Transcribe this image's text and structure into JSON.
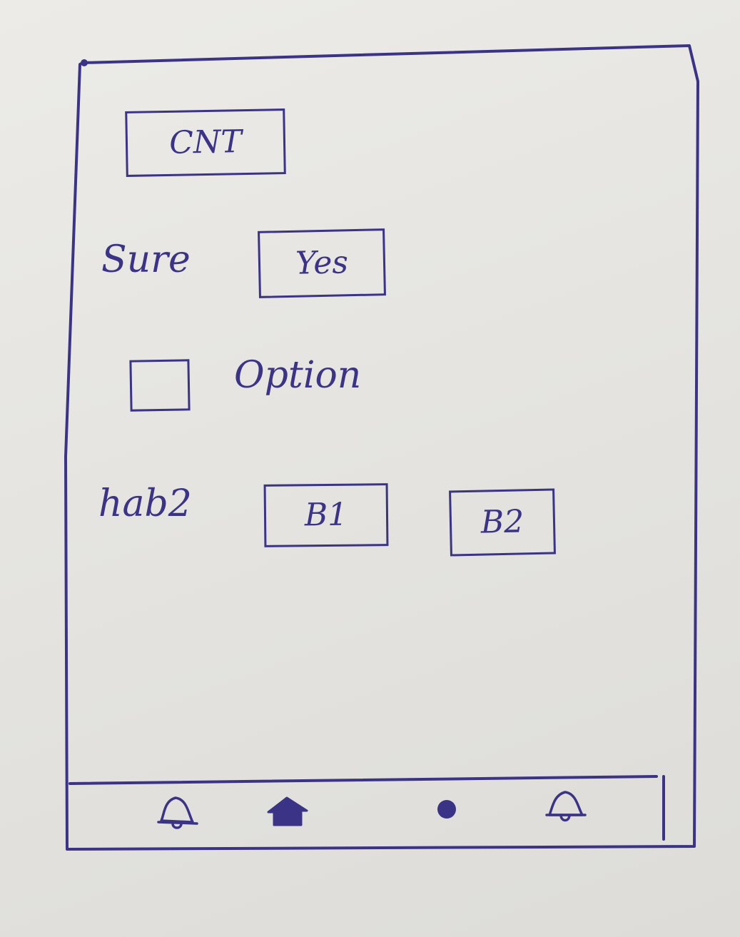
{
  "header": {
    "cnt_button_label": "CNT"
  },
  "main": {
    "sure_row": {
      "label": "Sure",
      "button_label": "Yes"
    },
    "option_row": {
      "checked": false,
      "label": "Option"
    },
    "hab_row": {
      "label": "hab2",
      "buttons": [
        "B1",
        "B2"
      ]
    }
  },
  "bottom_nav": {
    "items": [
      {
        "icon": "bell-icon"
      },
      {
        "icon": "home-icon"
      },
      {
        "icon": "dot-icon"
      },
      {
        "icon": "bell-icon"
      }
    ]
  },
  "colors": {
    "ink": "#3b3486",
    "paper": "#e8e7e3"
  }
}
